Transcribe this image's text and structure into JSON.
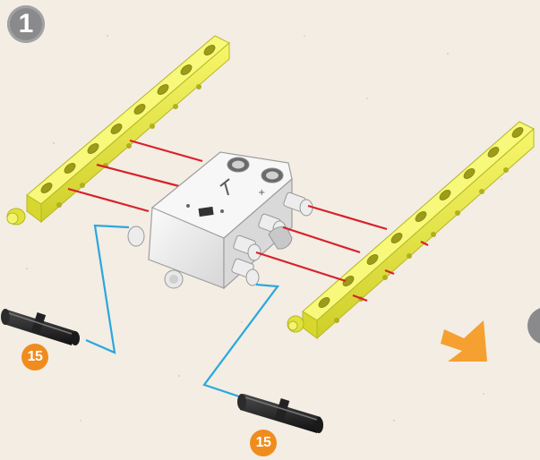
{
  "step": {
    "number": "1"
  },
  "parts": [
    {
      "name": "black-peg",
      "quantity": "15"
    },
    {
      "name": "black-peg",
      "quantity": "15"
    }
  ],
  "colors": {
    "background": "#f3ede4",
    "beam": "#e6e73c",
    "guide_line_red": "#d8212a",
    "guide_line_blue": "#2aa7dd",
    "qty_badge": "#f08c1e",
    "step_badge": "#8a8a8c",
    "arrow": "#f5a031"
  }
}
